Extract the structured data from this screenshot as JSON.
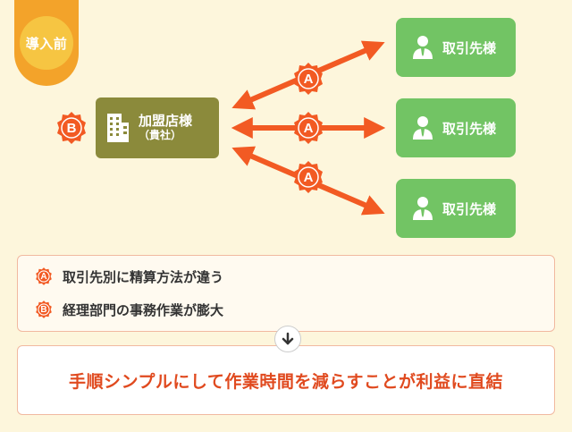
{
  "tag": {
    "label": "導入前"
  },
  "store": {
    "name": "加盟店様",
    "sub": "（貴社）"
  },
  "partners": [
    {
      "label": "取引先様"
    },
    {
      "label": "取引先様"
    },
    {
      "label": "取引先様"
    }
  ],
  "badges": {
    "a": "A",
    "b": "B"
  },
  "issues": [
    {
      "badge": "A",
      "text": "取引先別に精算方法が違う"
    },
    {
      "badge": "B",
      "text": "経理部門の事務作業が膨大"
    }
  ],
  "conclusion": "手順シンプルにして作業時間を減らすことが利益に直結",
  "colors": {
    "accent": "#f25a23",
    "store": "#8b8a3b",
    "partner": "#72c464",
    "tag": "#f3a32a"
  }
}
